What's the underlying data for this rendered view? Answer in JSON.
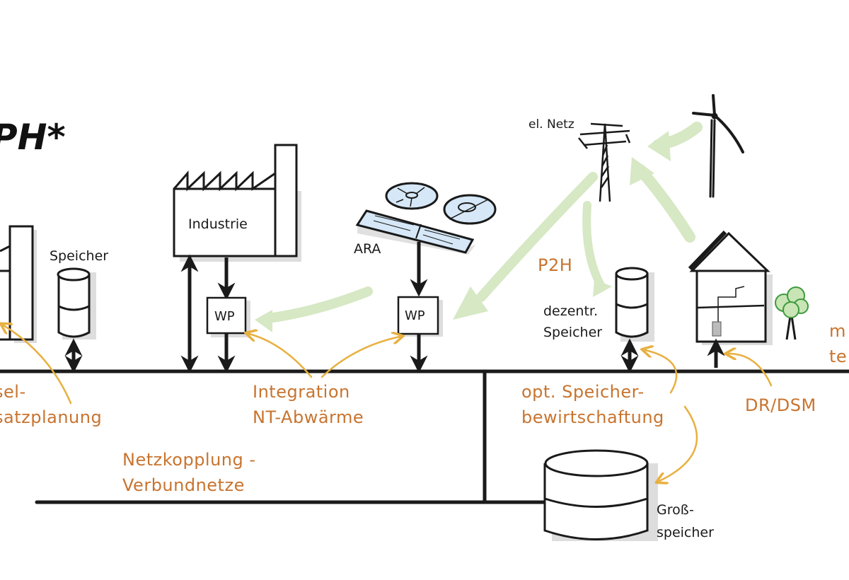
{
  "title": "PH*",
  "labels": {
    "speicher": "Speicher",
    "industrie": "Industrie",
    "wp_industrie": "WP",
    "wp_ara": "WP",
    "ara": "ARA",
    "el_netz": "el. Netz",
    "dezentr_speicher": "dezentr.\nSpeicher",
    "gross_speicher": "Groß-\nspeicher"
  },
  "annotations": {
    "einsatzplanung": "sel-\nsatzplanung",
    "integration": "Integration\nNT-Abwärme",
    "netzkopplung": "Netzkopplung -\nVerbundnetze",
    "p2h": "P2H",
    "opt_speicher": "opt. Speicher-\nbewirtschaftung",
    "dr_dsm": "DR/DSM",
    "right_cut": "m\nte"
  },
  "colors": {
    "line": "#1a1a1a",
    "annotation_text": "#c8742f",
    "annotation_arrow": "#e8b040",
    "flow_arrow": "#d6e8c4",
    "ara_fill": "#d6e8f7",
    "shadow": "#d8d8d8",
    "tree_fill": "#c9e5b5",
    "tree_stroke": "#3d9a3d"
  }
}
